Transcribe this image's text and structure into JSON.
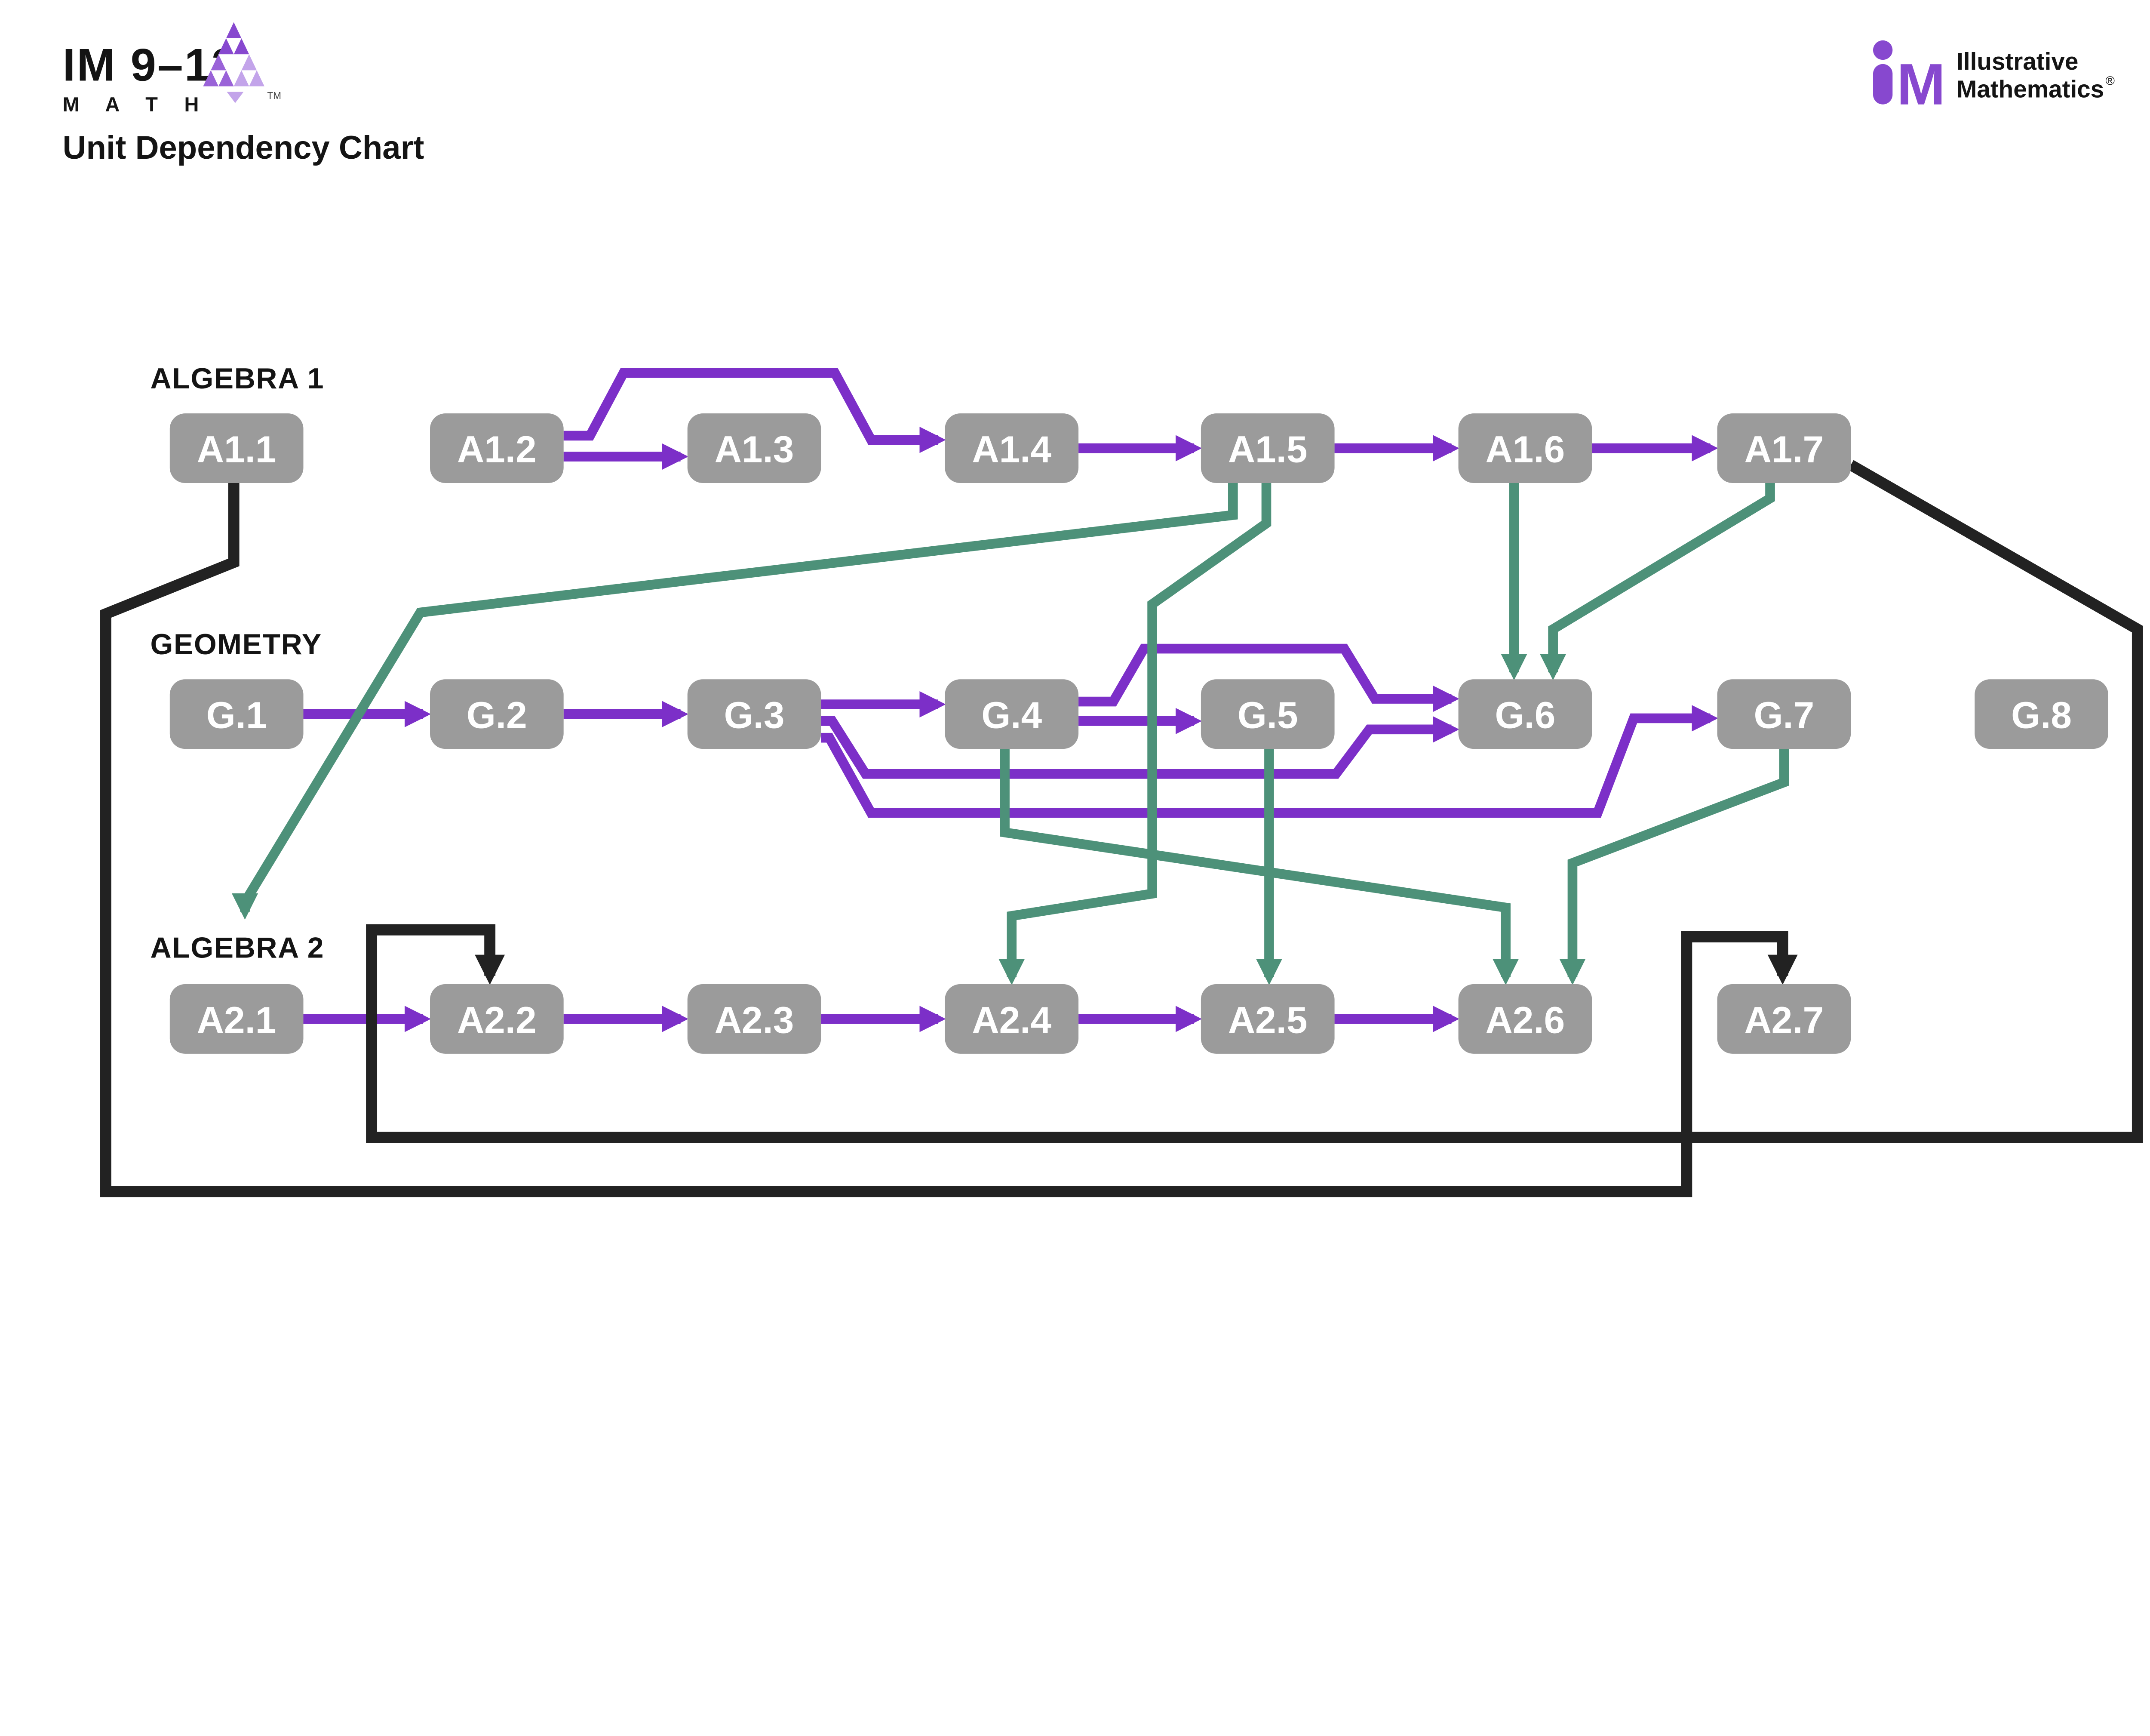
{
  "header": {
    "logo": {
      "line1": "IM 9–12",
      "line2": "M A T H",
      "tm": "TM"
    },
    "title": "Unit Dependency Chart",
    "brand": {
      "mark_m": "M",
      "line1": "Illustrative",
      "line2": "Mathematics",
      "reg": "®"
    }
  },
  "colors": {
    "purple": "#7c2fc8",
    "teal": "#4d9179",
    "black": "#222222",
    "node_bg": "#9b9b9b",
    "node_text": "#ffffff",
    "label_text": "#141414",
    "logo_purple": "#8748cf",
    "logo_purple_mid": "#9a63d8",
    "logo_purple_light": "#c3a4ea"
  },
  "rows": [
    {
      "label": "ALGEBRA 1",
      "units": [
        "A1.1",
        "A1.2",
        "A1.3",
        "A1.4",
        "A1.5",
        "A1.6",
        "A1.7"
      ]
    },
    {
      "label": "GEOMETRY",
      "units": [
        "G.1",
        "G.2",
        "G.3",
        "G.4",
        "G.5",
        "G.6",
        "G.7",
        "G.8"
      ]
    },
    {
      "label": "ALGEBRA 2",
      "units": [
        "A2.1",
        "A2.2",
        "A2.3",
        "A2.4",
        "A2.5",
        "A2.6",
        "A2.7"
      ]
    }
  ],
  "edges": [
    {
      "from": "A1.2",
      "to": "A1.3",
      "color": "purple"
    },
    {
      "from": "A1.2",
      "to": "A1.4",
      "color": "purple"
    },
    {
      "from": "A1.4",
      "to": "A1.5",
      "color": "purple"
    },
    {
      "from": "A1.5",
      "to": "A1.6",
      "color": "purple"
    },
    {
      "from": "A1.6",
      "to": "A1.7",
      "color": "purple"
    },
    {
      "from": "G.1",
      "to": "G.2",
      "color": "purple"
    },
    {
      "from": "G.2",
      "to": "G.3",
      "color": "purple"
    },
    {
      "from": "G.3",
      "to": "G.4",
      "color": "purple"
    },
    {
      "from": "G.4",
      "to": "G.5",
      "color": "purple"
    },
    {
      "from": "G.4",
      "to": "G.6",
      "color": "purple"
    },
    {
      "from": "G.3",
      "to": "G.6",
      "color": "purple"
    },
    {
      "from": "G.3",
      "to": "G.7",
      "color": "purple"
    },
    {
      "from": "A2.1",
      "to": "A2.2",
      "color": "purple"
    },
    {
      "from": "A2.2",
      "to": "A2.3",
      "color": "purple"
    },
    {
      "from": "A2.3",
      "to": "A2.4",
      "color": "purple"
    },
    {
      "from": "A2.4",
      "to": "A2.5",
      "color": "purple"
    },
    {
      "from": "A2.5",
      "to": "A2.6",
      "color": "purple"
    },
    {
      "from": "A1.5",
      "to": "A2.1",
      "color": "teal"
    },
    {
      "from": "A1.5",
      "to": "A2.4",
      "color": "teal"
    },
    {
      "from": "A1.6",
      "to": "G.6",
      "color": "teal"
    },
    {
      "from": "A1.7",
      "to": "G.6",
      "color": "teal"
    },
    {
      "from": "G.4",
      "to": "A2.6",
      "color": "teal"
    },
    {
      "from": "G.5",
      "to": "A2.5",
      "color": "teal"
    },
    {
      "from": "G.7",
      "to": "A2.6",
      "color": "teal"
    },
    {
      "from": "A1.1",
      "to": "A2.7",
      "color": "black"
    },
    {
      "from": "A1.7",
      "to": "A2.2",
      "color": "black"
    }
  ]
}
